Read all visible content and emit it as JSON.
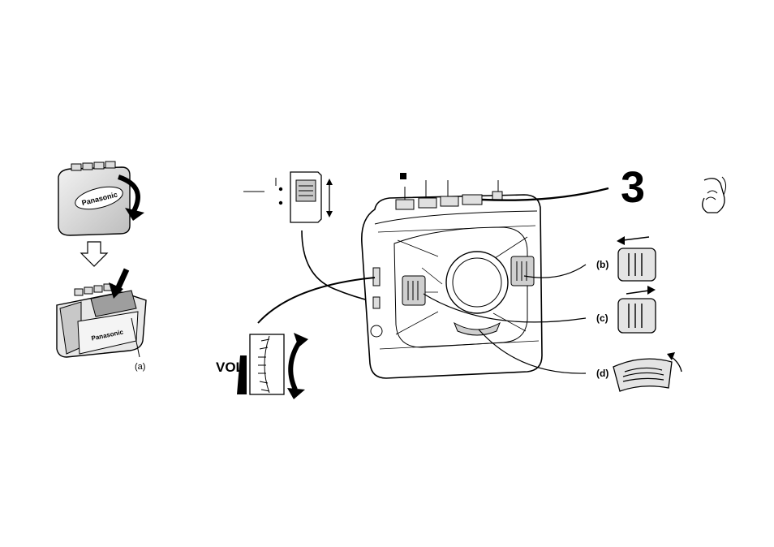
{
  "brand": "Panasonic",
  "step_number": "3",
  "callouts": {
    "a": "(a)",
    "b": "(b)",
    "c": "(c)",
    "d": "(d)"
  },
  "volume_label": "VOL",
  "colors": {
    "ink": "#000000",
    "paper": "#ffffff",
    "shade": "#bdbdbd"
  },
  "icons": [
    "stop-icon",
    "hand-press-icon",
    "insert-arrow-icon",
    "rotate-arrow-icon",
    "slide-arrow-icon"
  ]
}
